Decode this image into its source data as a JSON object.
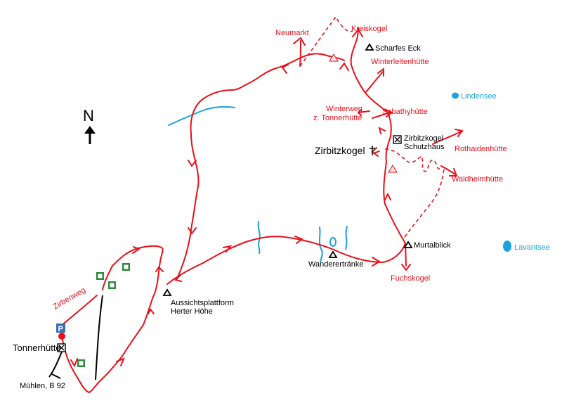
{
  "north": {
    "letter": "N"
  },
  "colors": {
    "route": "#e8101a",
    "water": "#1aa3dc",
    "parking": "#3a6fb5",
    "forest": "#2e8b3a"
  },
  "labels": {
    "neumarkt": "Neumarkt",
    "kreiskogel": "Kreiskogel",
    "scharfes_eck": "Scharfes Eck",
    "winterleitenhuette": "Winterleitenhütte",
    "lindensee": "Lindensee",
    "winterweg_1": "Winterweg",
    "winterweg_2": "z. Tonnerhütte",
    "sabathyhuette": "Sabathyhütte",
    "zirbitzkogel_schutzhaus_1": "Zirbitzkogel",
    "zirbitzkogel_schutzhaus_2": "Schutzhaus",
    "zirbitzkogel": "Zirbitzkogel",
    "rothaidenhuette": "Rothaidenhütte",
    "waldheimhuette": "Waldheimhütte",
    "murtalblick": "Murtalblick",
    "lavantsee": "Lavantsee",
    "fuchskogel": "Fuchskogel",
    "wandererraenke": "Wanderertränke",
    "aussicht_1": "Aussichtsplattform",
    "aussicht_2": "Herter Höhe",
    "zirbenweg": "Zirbenweg",
    "tonnerhuette": "Tonnerhütte",
    "muehlen": "Mühlen, B 92",
    "parking": "P"
  }
}
